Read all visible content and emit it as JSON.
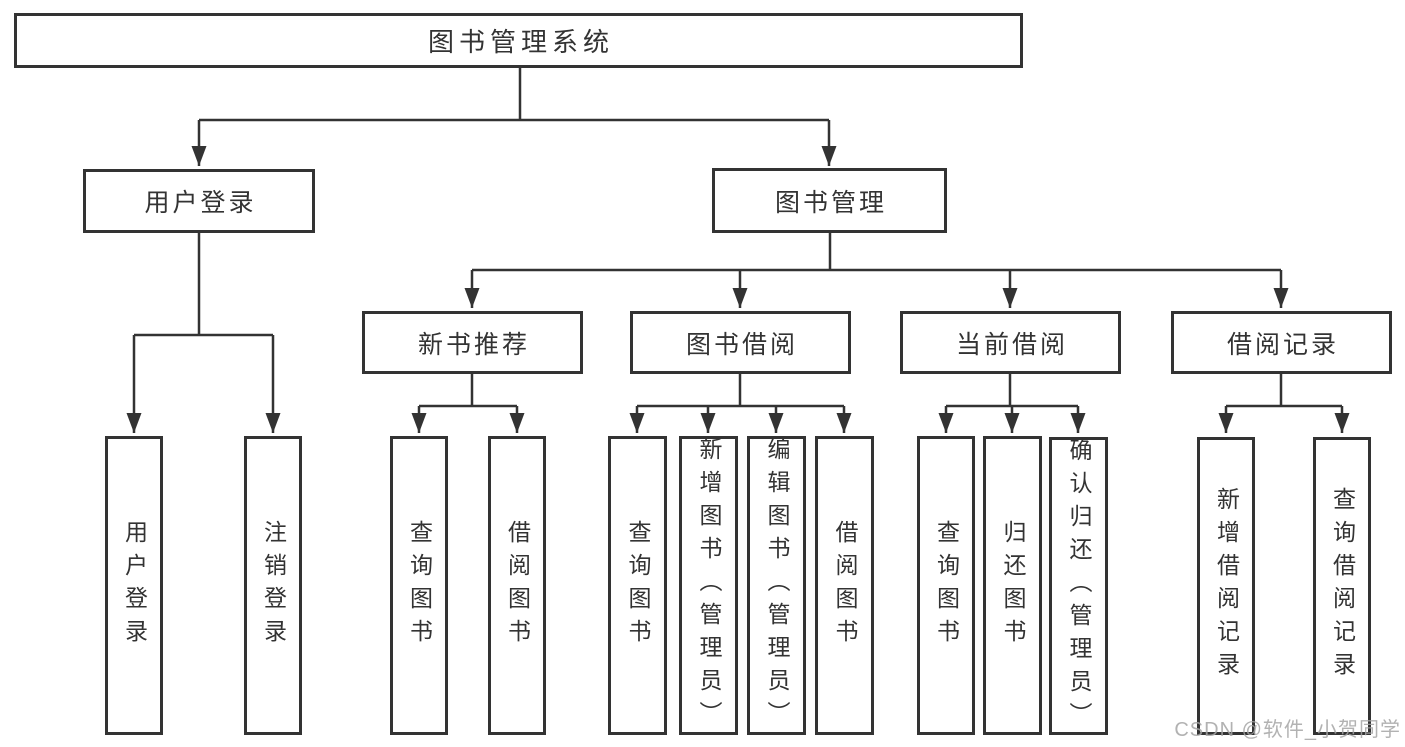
{
  "diagram": {
    "tree": {
      "label": "图书管理系统",
      "children": [
        {
          "label": "用户登录",
          "children": [
            {
              "label": "用户登录"
            },
            {
              "label": "注销登录"
            }
          ]
        },
        {
          "label": "图书管理",
          "children": [
            {
              "label": "新书推荐",
              "children": [
                {
                  "label": "查询图书"
                },
                {
                  "label": "借阅图书"
                }
              ]
            },
            {
              "label": "图书借阅",
              "children": [
                {
                  "label": "查询图书"
                },
                {
                  "label": "新增图书（管理员）"
                },
                {
                  "label": "编辑图书（管理员）"
                },
                {
                  "label": "借阅图书"
                }
              ]
            },
            {
              "label": "当前借阅",
              "children": [
                {
                  "label": "查询图书"
                },
                {
                  "label": "归还图书"
                },
                {
                  "label": "确认归还（管理员）"
                }
              ]
            },
            {
              "label": "借阅记录",
              "children": [
                {
                  "label": "新增借阅记录"
                },
                {
                  "label": "查询借阅记录"
                }
              ]
            }
          ]
        }
      ]
    },
    "colors": {
      "line": "#333333",
      "box_border": "#333333",
      "text": "#333333",
      "watermark": "#a4a4a4",
      "background": "#ffffff"
    }
  },
  "watermark": {
    "text": "CSDN @软件_小贺同学"
  }
}
